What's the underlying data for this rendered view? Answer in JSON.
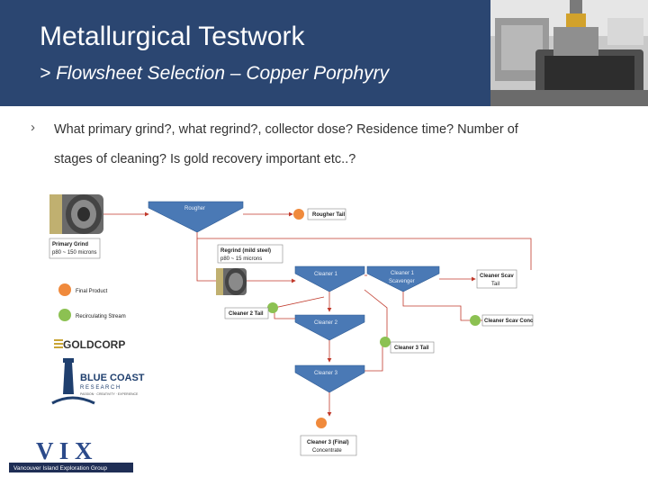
{
  "slide": {
    "title": "Metallurgical Testwork",
    "subtitle": "> Flowsheet Selection – Copper Porphyry",
    "bullet_marker": "›",
    "bullet_line_1": "What primary grind?, what regrind?, collector dose? Residence time? Number of",
    "bullet_line_2": "stages of cleaning? Is gold recovery important etc..?"
  },
  "flowsheet": {
    "rougher": "Rougher",
    "rougher_tail": "Rougher Tail",
    "primary_grind_title": "Primary Grind",
    "primary_grind_size": "p80 ~ 150 microns",
    "regrind_title": "Regrind (mild steel)",
    "regrind_size": "p80 ~ 15 microns",
    "cleaner_1": "Cleaner 1",
    "cleaner_1_scavenger_a": "Cleaner 1",
    "cleaner_1_scavenger_b": "Scavenger",
    "cleaner_scav_tail_a": "Cleaner Scav",
    "cleaner_scav_tail_b": "Tail",
    "cleaner_scav_conc": "Cleaner Scav Conc",
    "cleaner_2": "Cleaner 2",
    "cleaner_2_tail": "Cleaner 2 Tail",
    "cleaner_3": "Cleaner 3",
    "cleaner_3_tail": "Cleaner 3 Tail",
    "final_conc_a": "Cleaner 3 (Final)",
    "final_conc_b": "Concentrate",
    "legend_final": "Final Product",
    "legend_recirc": "Recirculating Stream"
  },
  "logos": {
    "goldcorp": "GOLDCORP",
    "bluecoast_a": "BLUE COAST",
    "bluecoast_b": "R E S E A R C H",
    "bluecoast_c": "PASSION · CREATIVITY · EXPERIENCE",
    "vix": "V I X",
    "vix_sub": "Vancouver Island Exploration Group"
  },
  "colors": {
    "header_bg": "#2b4671",
    "cell_fill": "#4a79b5",
    "cell_stroke": "#2e5a93",
    "final_dot": "#f08a3c",
    "recirc_dot": "#8cc152",
    "goldcorp": "#c8a435",
    "bluecoast": "#1f3f6e"
  }
}
